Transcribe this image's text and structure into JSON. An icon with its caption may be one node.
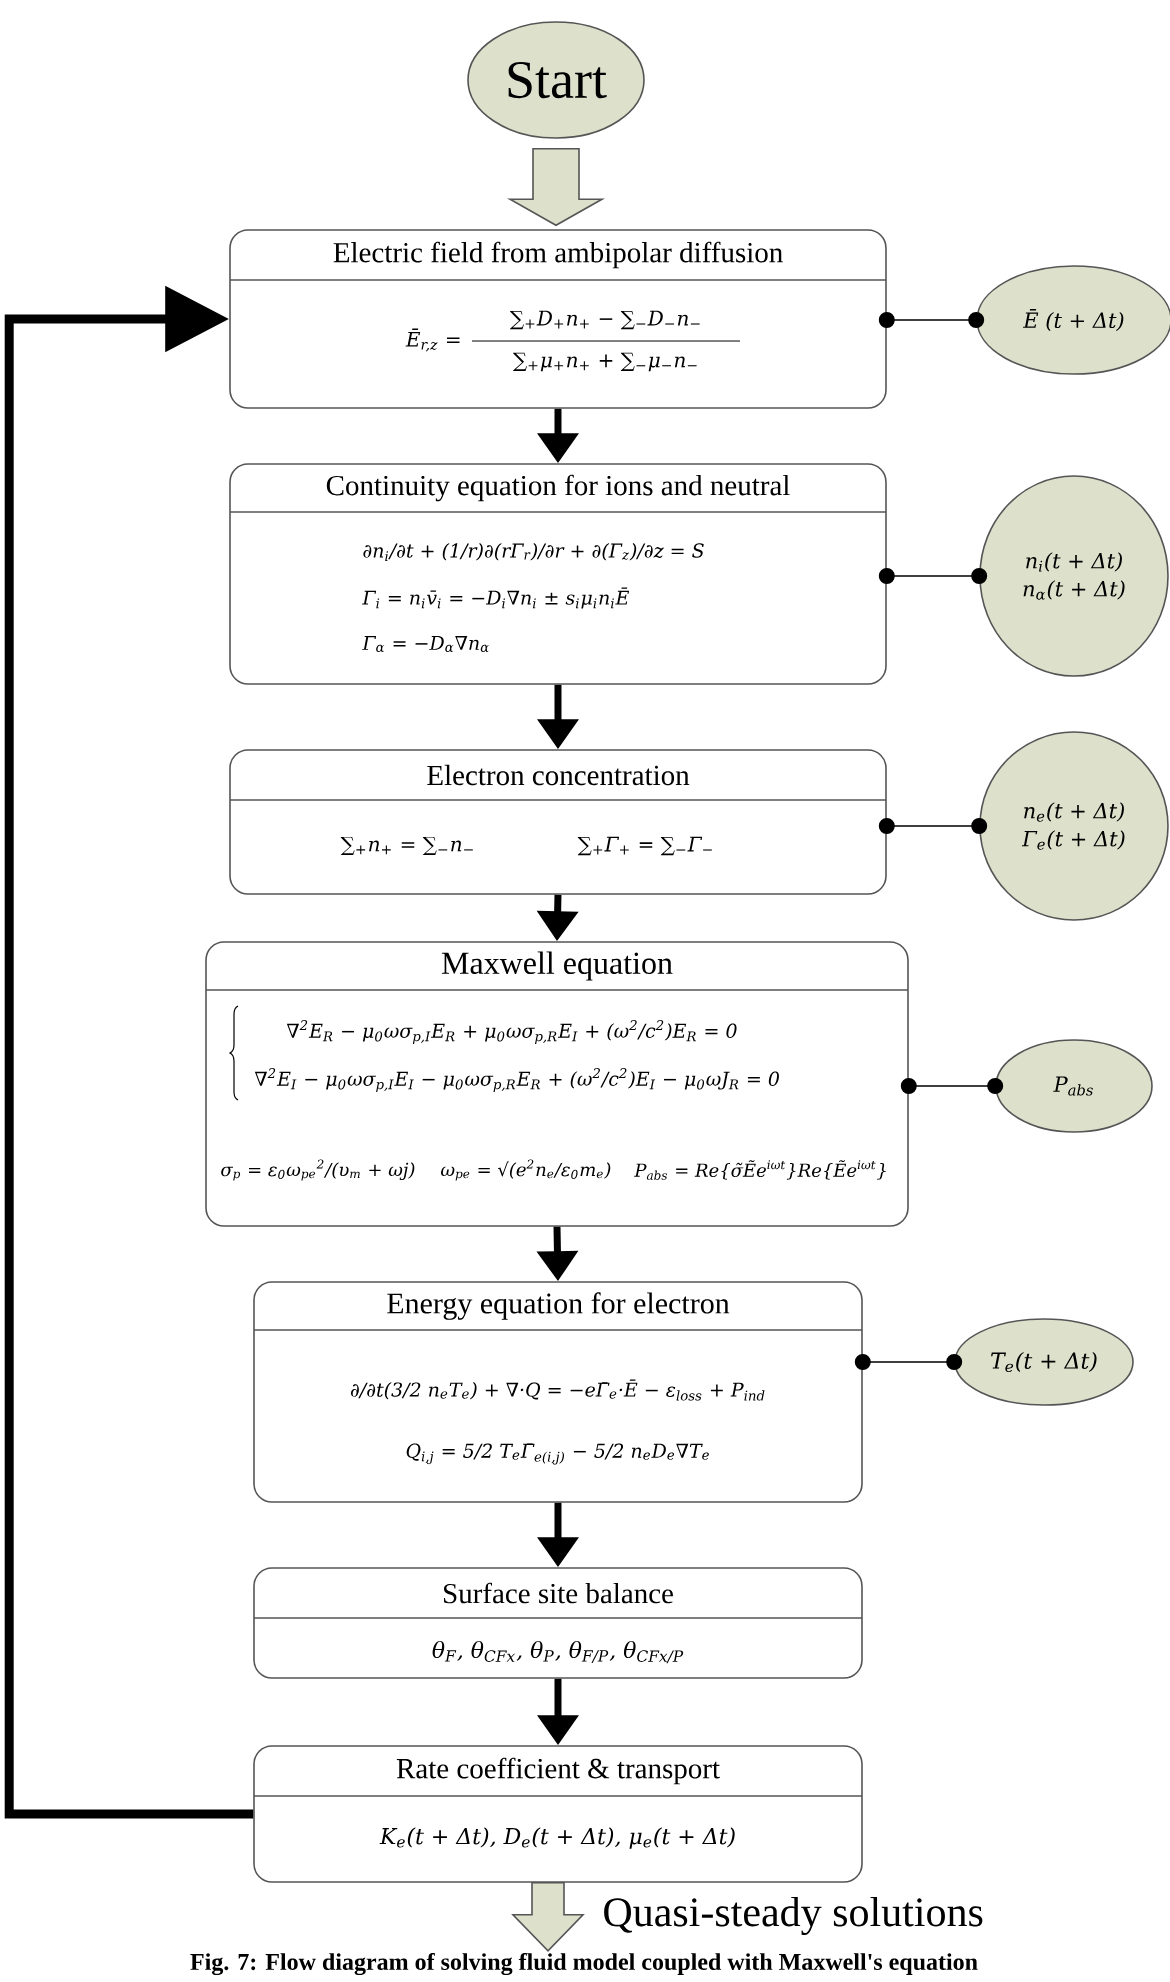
{
  "diagram": {
    "caption": "Fig. 7: Flow diagram of solving fluid model coupled with Maxwell's equation",
    "nodes": [
      {
        "text": [
          "Start"
        ]
      },
      {
        "text": [
          "Electric field from ambipolar diffusion",
          "Ē$_{r,z}$ =",
          "∑$_{+}$D$_{+}$n$_{+}$ − ∑$_{−}$D$_{−}$n$_{−}$",
          "∑$_{+}$μ$_{+}$n$_{+}$ + ∑$_{−}$μ$_{−}$n$_{−}$"
        ]
      },
      {
        "text": [
          "Ē (t + Δt)"
        ]
      },
      {
        "text": [
          "Continuity equation for ions and neutral",
          "∂n$_{i}$/∂t + (1/r)∂(rΓ$_{r}$)/∂r + ∂(Γ$_{z}$)/∂z = S",
          "Γ$_{i}$ = n$_{i}$v̄$_{i}$ = −D$_{i}$∇n$_{i}$ ± s$_{i}$μ$_{i}$n$_{i}$Ē",
          "Γ$_{α}$ = −D$_{α}$∇n$_{α}$"
        ]
      },
      {
        "text": [
          "n$_{i}$(t + Δt)",
          "n$_{α}$(t + Δt)"
        ]
      },
      {
        "text": [
          "Electron concentration",
          "∑$_{+}$n$_{+}$ = ∑$_{−}$n$_{−}$",
          "∑$_{+}$Γ$_{+}$ = ∑$_{−}$Γ$_{−}$"
        ]
      },
      {
        "text": [
          "n$_{e}$(t + Δt)",
          "Γ$_{e}$(t + Δt)"
        ]
      },
      {
        "text": [
          "Maxwell equation",
          "∇$^{2}$E$_{R}$ − μ$_{0}$ωσ$_{p,I}$E$_{R}$ + μ$_{0}$ωσ$_{p,R}$E$_{I}$ + (ω$^{2}$/c$^{2}$)E$_{R}$ = 0",
          "∇$^{2}$E$_{I}$ − μ$_{0}$ωσ$_{p,I}$E$_{I}$ − μ$_{0}$ωσ$_{p,R}$E$_{R}$ + (ω$^{2}$/c$^{2}$)E$_{I}$ − μ$_{0}$ωJ$_{R}$ = 0",
          "σ$_{p}$ = ε$_{0}$ω$_{pe}$$^{2}$/(υ$_{m}$ + ωj)",
          "ω$_{pe}$ = √(e$^{2}$n$_{e}$/ε$_{0}$m$_{e}$)",
          "P$_{abs}$ = Re{σ̃Ẽe$^{iωt}$}Re{Ẽe$^{iωt}$}"
        ]
      },
      {
        "text": [
          "P$_{abs}$"
        ]
      },
      {
        "text": [
          "Energy equation for electron",
          "∂/∂t(3/2 n$_{e}$T$_{e}$) + ∇·Q = −eΓ̄$_{e}$·Ē − ε$_{loss}$ + P$_{ind}$",
          "Q$_{i,j}$ = 5/2 T$_{e}$Γ̄$_{e(i,j)}$ − 5/2 n$_{e}$D$_{e}$∇T$_{e}$"
        ]
      },
      {
        "text": [
          "T$_{e}$(t + Δt)"
        ]
      },
      {
        "text": [
          "Surface site balance",
          "θ$_{F}$, θ$_{CFx}$, θ$_{P}$, θ$_{F/P}$, θ$_{CFx/P}$"
        ]
      },
      {
        "text": [
          "Rate coefficient & transport",
          "K$_{e}$(t + Δt), D$_{e}$(t + Δt), μ$_{e}$(t + Δt)"
        ]
      }
    ],
    "edges": [
      {
        "from": 0,
        "to": 1,
        "arrow": "to",
        "color": "#dde0cb"
      },
      {
        "from": 1,
        "to": 2,
        "arrow": "other"
      },
      {
        "from": 1,
        "to": 3,
        "arrow": "to"
      },
      {
        "from": 3,
        "to": 4,
        "arrow": "other"
      },
      {
        "from": 3,
        "to": 5,
        "arrow": "to"
      },
      {
        "from": 5,
        "to": 6,
        "arrow": "other"
      },
      {
        "from": 5,
        "to": 7,
        "arrow": "to"
      },
      {
        "from": 7,
        "to": 8,
        "arrow": "other"
      },
      {
        "from": 7,
        "to": 9,
        "arrow": "to"
      },
      {
        "from": 9,
        "to": 10,
        "arrow": "other"
      },
      {
        "from": 9,
        "to": 11,
        "arrow": "to"
      },
      {
        "from": 11,
        "to": 12,
        "arrow": "to"
      },
      {
        "from": 12,
        "to": 1,
        "arrow": "to"
      },
      {
        "from": 12,
        "to": null,
        "arrow": "to",
        "label": "Quasi-steady solutions",
        "color": "#dde0cb"
      }
    ]
  }
}
